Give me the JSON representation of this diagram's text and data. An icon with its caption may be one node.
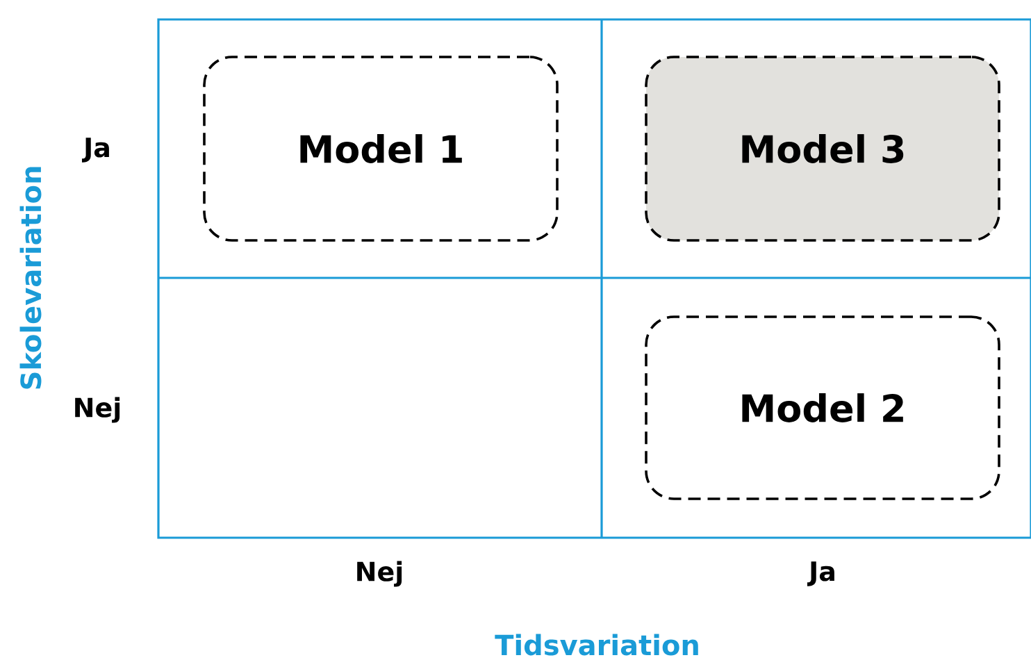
{
  "diagram": {
    "nodes": [
      {
        "text": [
          "Model 1"
        ]
      },
      {
        "text": [
          "Model 3"
        ]
      },
      {
        "text": [
          "Model 2"
        ]
      }
    ],
    "labels": [
      "Ja",
      "Nej",
      "Nej",
      "Ja",
      "Skolevariation",
      "Tidsvariation"
    ]
  }
}
